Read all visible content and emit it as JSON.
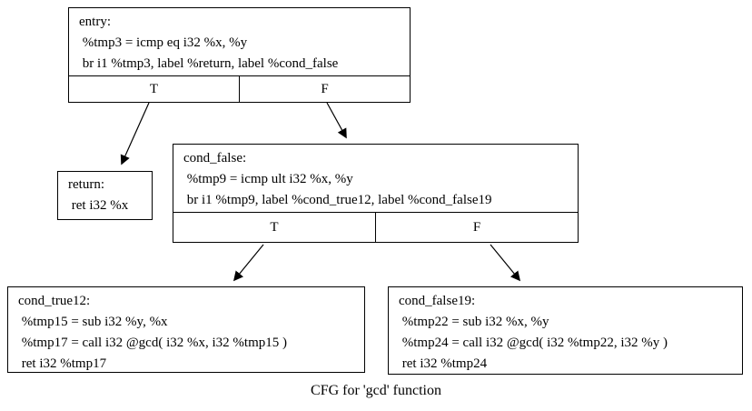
{
  "caption": "CFG for 'gcd' function",
  "colors": {
    "background": "#ffffff",
    "border": "#000000",
    "text": "#000000"
  },
  "nodes": {
    "entry": {
      "lines": [
        "entry:",
        " %tmp3 = icmp eq i32 %x, %y",
        " br i1 %tmp3, label %return, label %cond_false"
      ],
      "branches": [
        "T",
        "F"
      ]
    },
    "return": {
      "lines": [
        "return:",
        " ret i32 %x"
      ]
    },
    "cond_false": {
      "lines": [
        "cond_false:",
        " %tmp9 = icmp ult i32 %x, %y",
        " br i1 %tmp9, label %cond_true12, label %cond_false19"
      ],
      "branches": [
        "T",
        "F"
      ]
    },
    "cond_true12": {
      "lines": [
        "cond_true12:",
        " %tmp15 = sub i32 %y, %x",
        " %tmp17 = call i32 @gcd( i32 %x, i32 %tmp15 )",
        " ret i32 %tmp17"
      ]
    },
    "cond_false19": {
      "lines": [
        "cond_false19:",
        " %tmp22 = sub i32 %x, %y",
        " %tmp24 = call i32 @gcd( i32 %tmp22, i32 %y )",
        " ret i32 %tmp24"
      ]
    }
  },
  "edges": [
    {
      "from": "entry",
      "branch": "T",
      "to": "return"
    },
    {
      "from": "entry",
      "branch": "F",
      "to": "cond_false"
    },
    {
      "from": "cond_false",
      "branch": "T",
      "to": "cond_true12"
    },
    {
      "from": "cond_false",
      "branch": "F",
      "to": "cond_false19"
    }
  ]
}
